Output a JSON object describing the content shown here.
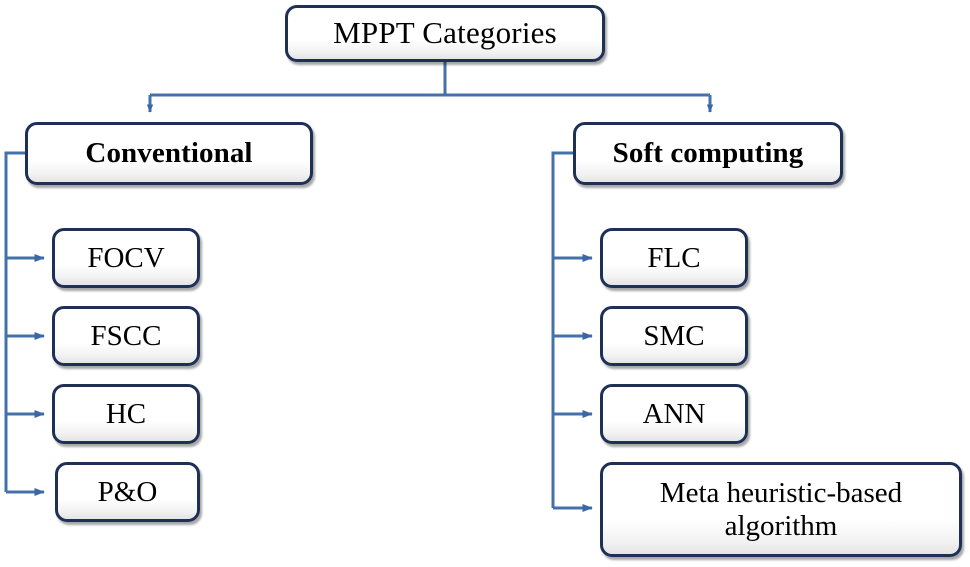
{
  "diagram": {
    "title": "MPPT Categories",
    "type": "hierarchy-tree",
    "orientation": "top-down-then-left-right",
    "colors": {
      "node_border": "#1f3055",
      "node_fill": "#ffffff",
      "connector": "#4472a8",
      "text": "#000000",
      "background": "#ffffff"
    },
    "root": {
      "label": "MPPT Categories"
    },
    "branches": [
      {
        "label": "Conventional",
        "children": [
          {
            "label": "FOCV"
          },
          {
            "label": "FSCC"
          },
          {
            "label": "HC"
          },
          {
            "label": "P&O"
          }
        ]
      },
      {
        "label": "Soft computing",
        "children": [
          {
            "label": "FLC"
          },
          {
            "label": "SMC"
          },
          {
            "label": "ANN"
          },
          {
            "label": "Meta heuristic-based algorithm"
          }
        ]
      }
    ]
  }
}
